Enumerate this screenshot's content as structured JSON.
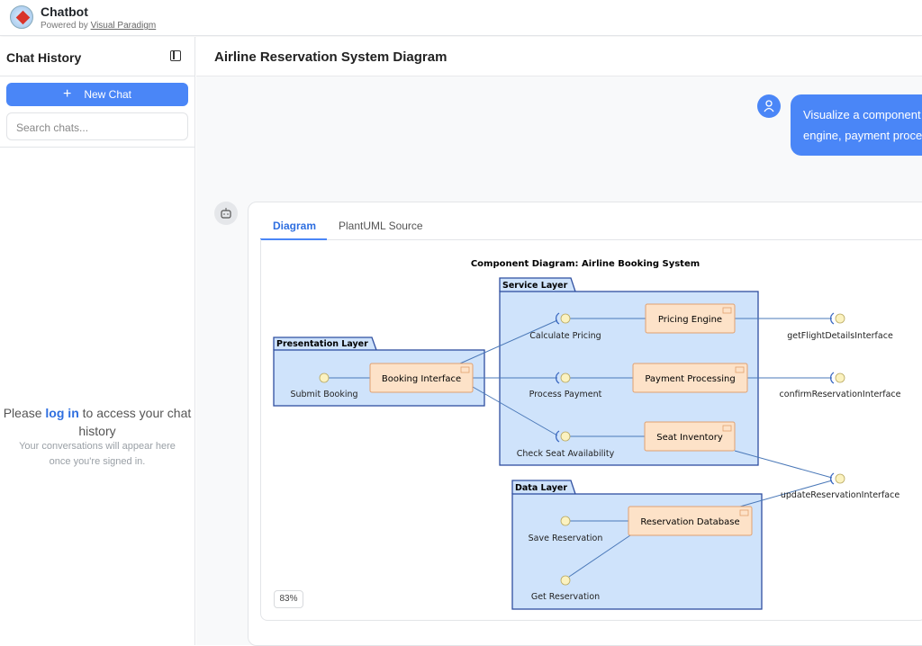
{
  "app": {
    "title": "Chatbot",
    "powered_prefix": "Powered by",
    "powered_link": "Visual Paradigm"
  },
  "sidebar": {
    "title": "Chat History",
    "new_chat": "New Chat",
    "search_placeholder": "Search chats...",
    "login_pre": "Please",
    "login_link": "log in",
    "login_post": "to access your chat history",
    "login_sub": "Your conversations will appear here once you're signed in."
  },
  "main": {
    "title": "Airline Reservation System Diagram",
    "user_message_line1": "Visualize a component",
    "user_message_line2": "engine, payment proce",
    "tabs": [
      {
        "label": "Diagram"
      },
      {
        "label": "PlantUML Source"
      }
    ],
    "zoom_level": "83%"
  },
  "diagram": {
    "title": "Component Diagram: Airline Booking System",
    "packages": [
      {
        "name": "Presentation Layer"
      },
      {
        "name": "Service Layer"
      },
      {
        "name": "Data Layer"
      }
    ],
    "components": [
      "Booking Interface",
      "Pricing Engine",
      "Payment Processing",
      "Seat Inventory",
      "Reservation Database"
    ],
    "interfaces": [
      "Submit Booking",
      "Calculate Pricing",
      "Process Payment",
      "Check Seat Availability",
      "getFlightDetailsInterface",
      "confirmReservationInterface",
      "updateReservationInterface",
      "Save Reservation",
      "Get Reservation"
    ]
  },
  "colors": {
    "accent": "#4a86f7",
    "package_fill": "#cfe3fb",
    "package_stroke": "#2f4fa0",
    "component_fill": "#fde2c8",
    "component_stroke": "#e0a070",
    "interface_fill": "#fbf2c0"
  }
}
